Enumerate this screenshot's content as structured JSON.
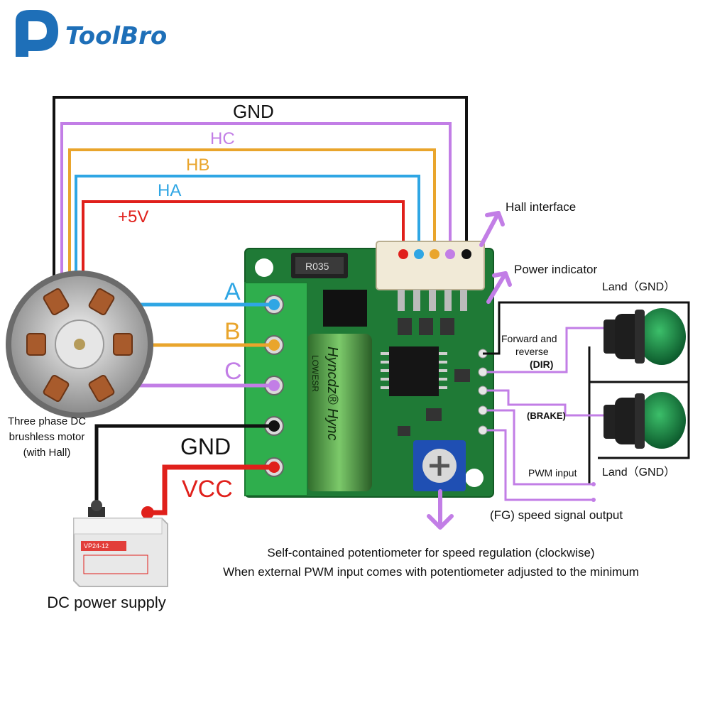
{
  "brand": {
    "name": "ToolBro"
  },
  "wires": {
    "gnd": "GND",
    "hc": "HC",
    "hb": "HB",
    "ha": "HA",
    "v5": "+5V"
  },
  "phases": {
    "a": "A",
    "b": "B",
    "c": "C"
  },
  "supply_labels": {
    "gnd": "GND",
    "vcc": "VCC"
  },
  "board": {
    "resistor_code": "R035",
    "capacitor_text": "Hyncdz® Hync",
    "capacitor_sub": "LOWESR"
  },
  "labels": {
    "hall_interface": "Hall interface",
    "power_indicator": "Power indicator",
    "land_gnd_top": "Land（GND）",
    "land_gnd_bottom": "Land（GND）",
    "forward_reverse_1": "Forward and",
    "forward_reverse_2": "reverse",
    "dir": "(DIR)",
    "brake": "(BRAKE)",
    "pwm_input": "PWM input",
    "fg_output": "(FG) speed signal output",
    "motor_1": "Three phase DC",
    "motor_2": "brushless motor",
    "motor_3": "(with Hall)",
    "dc_supply": "DC power supply",
    "battery_model": "VP24-12"
  },
  "caption": {
    "line1": "Self-contained potentiometer for speed regulation (clockwise)",
    "line2": "When external PWM input comes with potentiometer adjusted to the minimum"
  },
  "colors": {
    "gnd": "#111111",
    "hc": "#c27ee6",
    "hb": "#e9a52c",
    "ha": "#2fa6e4",
    "v5": "#e0201b",
    "vcc": "#e0201b",
    "arrow": "#c27ee6",
    "pcb": "#1f7a36",
    "terminal": "#2fae4d",
    "brand": "#1e6fb8"
  }
}
